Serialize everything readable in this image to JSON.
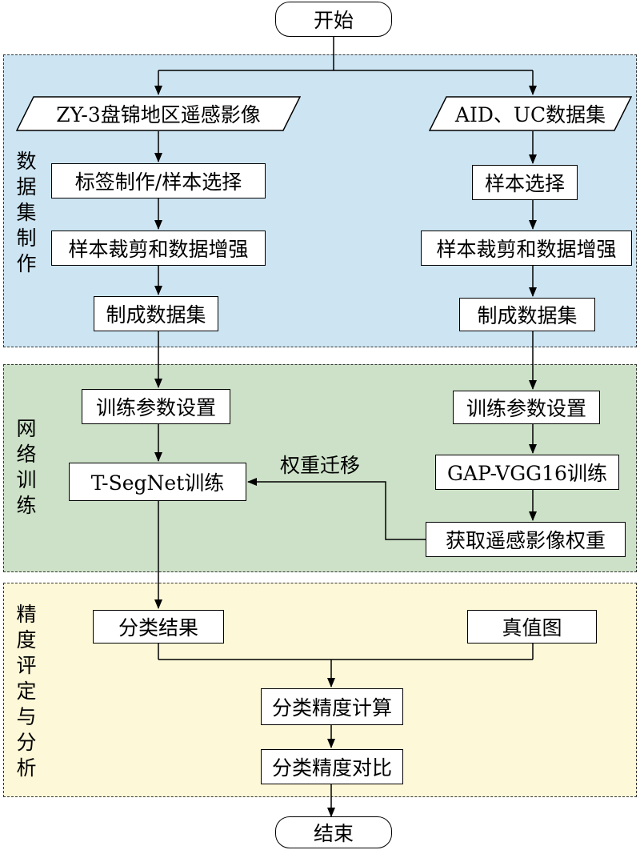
{
  "colors": {
    "dataset_section_bg": "#cde5f3",
    "training_section_bg": "#cde1c8",
    "evaluation_section_bg": "#fdf8d8",
    "line": "#000000"
  },
  "terminals": {
    "start": "开始",
    "end": "结束"
  },
  "sections": {
    "dataset": {
      "label": "数据集制作"
    },
    "training": {
      "label": "网络训练"
    },
    "evaluation": {
      "label": "精度评定与分析"
    }
  },
  "left_branch": {
    "input": "ZY-3盘锦地区遥感影像",
    "label_making": "标签制作/样本选择",
    "crop_augment": "样本裁剪和数据增强",
    "make_dataset": "制成数据集",
    "params": "训练参数设置",
    "training": "T-SegNet训练"
  },
  "right_branch": {
    "input": "AID、UC数据集",
    "sample_select": "样本选择",
    "crop_augment": "样本裁剪和数据增强",
    "make_dataset": "制成数据集",
    "params": "训练参数设置",
    "training": "GAP-VGG16训练",
    "weights": "获取遥感影像权重"
  },
  "weight_transfer_label": "权重迁移",
  "evaluation": {
    "result": "分类结果",
    "ground_truth": "真值图",
    "accuracy_calc": "分类精度计算",
    "accuracy_compare": "分类精度对比"
  }
}
